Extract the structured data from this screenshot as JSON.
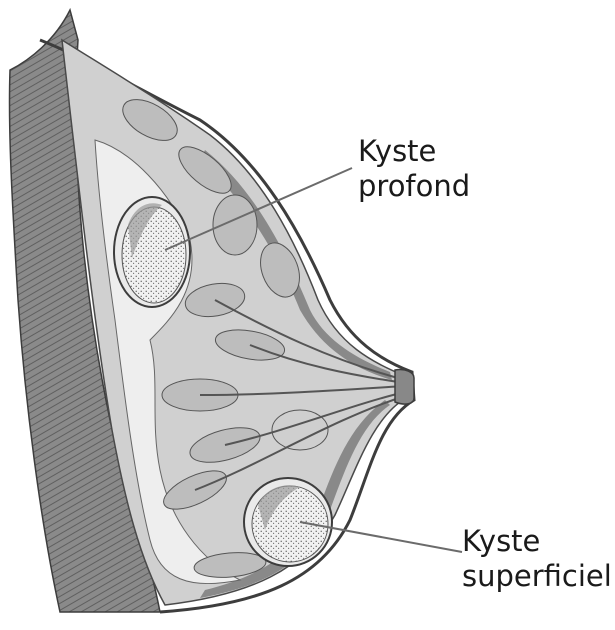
{
  "labels": {
    "deep_cyst": {
      "line1": "Kyste",
      "line2": "profond"
    },
    "superficial_cyst": {
      "line1": "Kyste",
      "line2": "superficiel"
    }
  },
  "colors": {
    "tissue_dark": "#7a7a7a",
    "tissue_mid": "#a9a9a9",
    "tissue_light": "#d6d6d6",
    "fat_light": "#ececec",
    "outline": "#3d3d3d",
    "leader_line": "#6b6b6b"
  }
}
